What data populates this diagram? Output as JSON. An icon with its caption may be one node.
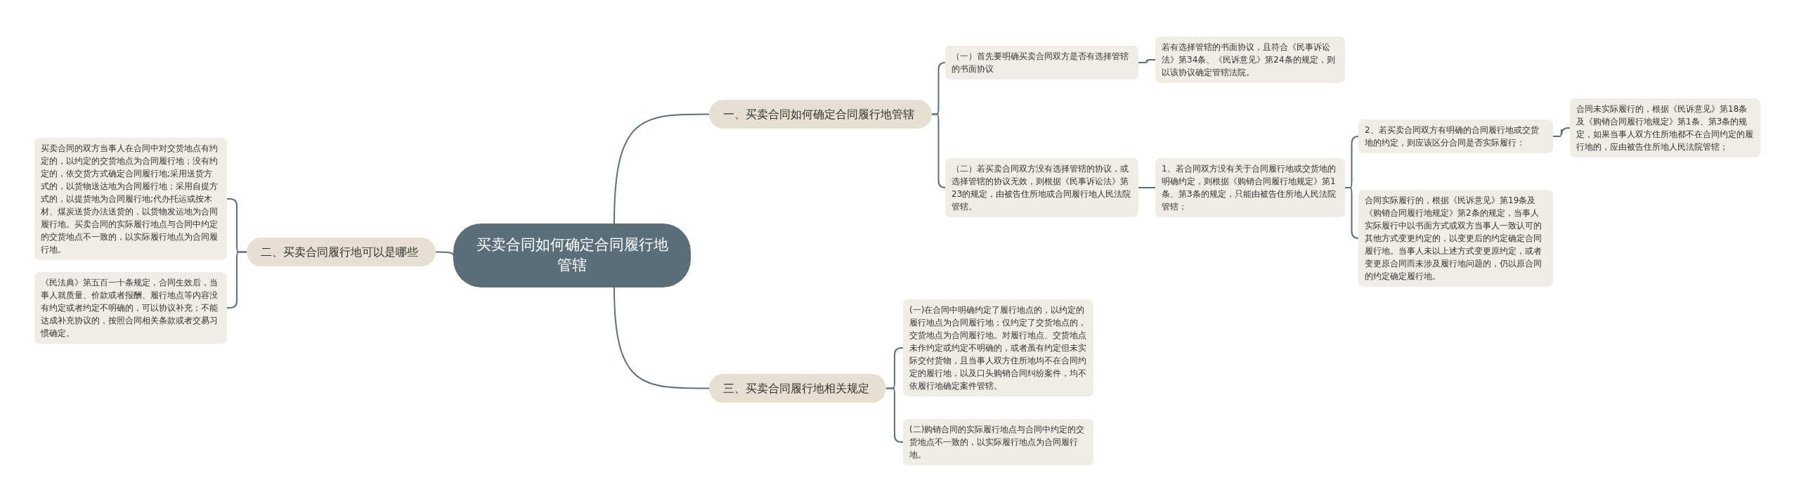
{
  "diagram": {
    "nodes": [
      {
        "text": [
          "买卖合同如何确定合同履行地管辖"
        ]
      },
      {
        "text": [
          "一、买卖合同如何确定合同履行地管辖"
        ]
      },
      {
        "text": [
          "二、买卖合同履行地可以是哪些"
        ]
      },
      {
        "text": [
          "三、买卖合同履行地相关规定"
        ]
      },
      {
        "text": [
          "（一）首先要明确买卖合同双方是否有选择管辖的书面协议"
        ]
      },
      {
        "text": [
          "若有选择管辖的书面协议，且符合《民事诉讼法》第34条、《民诉意见》第24条的规定，则以该协议确定管辖法院。"
        ]
      },
      {
        "text": [
          "（二）若买卖合同双方没有选择管辖的协议，或选择管辖的协议无效，则根据《民事诉讼法》第23的规定，由被告住所地或合同履行地人民法院管辖。"
        ]
      },
      {
        "text": [
          "1、若合同双方没有关于合同履行地或交货地的明确约定，则根据《购销合同履行地规定》第1条、第3条的规定，只能由被告住所地人民法院管辖；"
        ]
      },
      {
        "text": [
          "2、若买卖合同双方有明确的合同履行地或交货地的约定，则应该区分合同是否实际履行："
        ]
      },
      {
        "text": [
          "合同未实际履行的，根据《民诉意见》第18条及《购销合同履行地规定》第1条、第3条的规定，如果当事人双方住所地都不在合同约定的履行地的，应由被告住所地人民法院管辖；"
        ]
      },
      {
        "text": [
          "合同实际履行的，根据《民诉意见》第19条及《购销合同履行地规定》第2条的规定，当事人实际履行中以书面方式或双方当事人一致认可的其他方式变更约定的，以变更后的约定确定合同履行地。当事人未以上述方式变更原约定，或者变更原合同而未涉及履行地问题的，仍以原合同的约定确定履行地。"
        ]
      },
      {
        "text": [
          "买卖合同的双方当事人在合同中对交货地点有约定的，以约定的交货地点为合同履行地；没有约定的，依交货方式确定合同履行地;采用送货方式的，以货物送达地为合同履行地；采用自提方式的，以提货地为合同履行地;代办托运或按木材、煤炭送货办法送货的，以货物发运地为合同履行地。买卖合同的实际履行地点与合同中约定的交货地点不一致的，以实际履行地点为合同履行地。"
        ]
      },
      {
        "text": [
          "《民法典》第五百一十条规定，合同生效后，当事人就质量、价款或者报酬、履行地点等内容没有约定或者约定不明确的，可以协议补充；不能达成补充协议的，按照合同相关条款或者交易习惯确定。"
        ]
      },
      {
        "text": [
          "(一)在合同中明确约定了履行地点的，以约定的履行地点为合同履行地；仅约定了交货地点的，交货地点为合同履行地。对履行地点、交货地点未作约定或约定不明确的，或者虽有约定但未实际交付货物，且当事人双方住所地均不在合同约定的履行地，以及口头购销合同纠纷案件，均不依履行地确定案件管辖。"
        ]
      },
      {
        "text": [
          "(二)购销合同的实际履行地点与合同中约定的交货地点不一致的，以实际履行地点为合同履行地。"
        ]
      }
    ],
    "edges": [
      {
        "from": 0,
        "to": 1,
        "arrow": "none"
      },
      {
        "from": 0,
        "to": 2,
        "arrow": "none"
      },
      {
        "from": 0,
        "to": 3,
        "arrow": "none"
      },
      {
        "from": 1,
        "to": 4,
        "arrow": "none"
      },
      {
        "from": 1,
        "to": 6,
        "arrow": "none"
      },
      {
        "from": 4,
        "to": 5,
        "arrow": "none"
      },
      {
        "from": 6,
        "to": 7,
        "arrow": "none"
      },
      {
        "from": 7,
        "to": 8,
        "arrow": "none"
      },
      {
        "from": 7,
        "to": 10,
        "arrow": "none"
      },
      {
        "from": 8,
        "to": 9,
        "arrow": "none"
      },
      {
        "from": 2,
        "to": 11,
        "arrow": "none"
      },
      {
        "from": 2,
        "to": 12,
        "arrow": "none"
      },
      {
        "from": 3,
        "to": 13,
        "arrow": "none"
      },
      {
        "from": 3,
        "to": 14,
        "arrow": "none"
      }
    ]
  }
}
